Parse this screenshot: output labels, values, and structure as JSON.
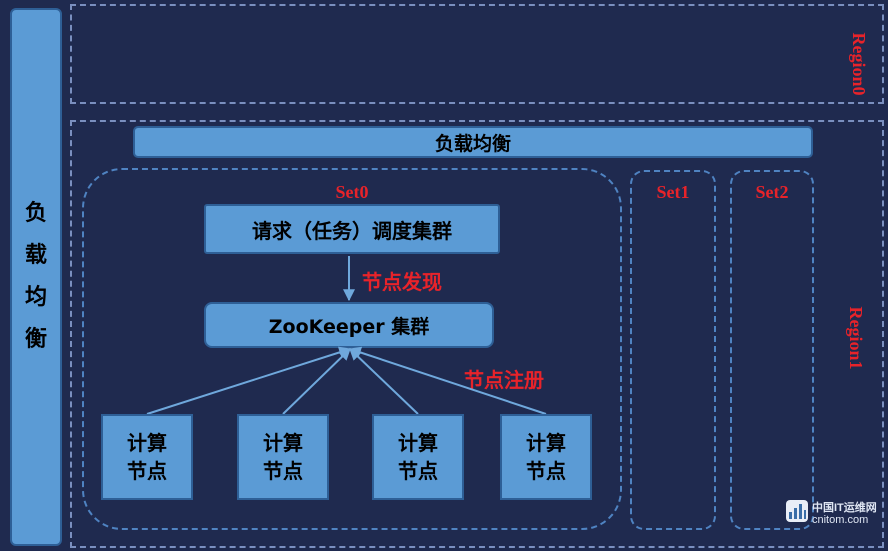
{
  "left_bar": {
    "chars": [
      "负",
      "载",
      "均",
      "衡"
    ]
  },
  "region0": {
    "label": "Region0"
  },
  "region1": {
    "label": "Region1"
  },
  "top_load_balancer": {
    "label": "负载均衡"
  },
  "sets": [
    {
      "label": "Set0"
    },
    {
      "label": "Set1"
    },
    {
      "label": "Set2"
    }
  ],
  "scheduler_cluster": {
    "label": "请求（任务）调度集群"
  },
  "node_discovery": {
    "label": "节点发现"
  },
  "zookeeper_cluster": {
    "label": "ZooKeeper 集群"
  },
  "node_registration": {
    "label": "节点注册"
  },
  "compute_nodes": [
    {
      "line1": "计算",
      "line2": "节点"
    },
    {
      "line1": "计算",
      "line2": "节点"
    },
    {
      "line1": "计算",
      "line2": "节点"
    },
    {
      "line1": "计算",
      "line2": "节点"
    }
  ],
  "watermark": {
    "brand": "中国IT运维网",
    "url": "cnitom.com"
  },
  "colors": {
    "background": "#1f2a4f",
    "box_fill": "#5b9bd5",
    "dashed_border": "#4f83c2",
    "label_red": "#e8232a",
    "arrow": "#6fa8dc"
  }
}
